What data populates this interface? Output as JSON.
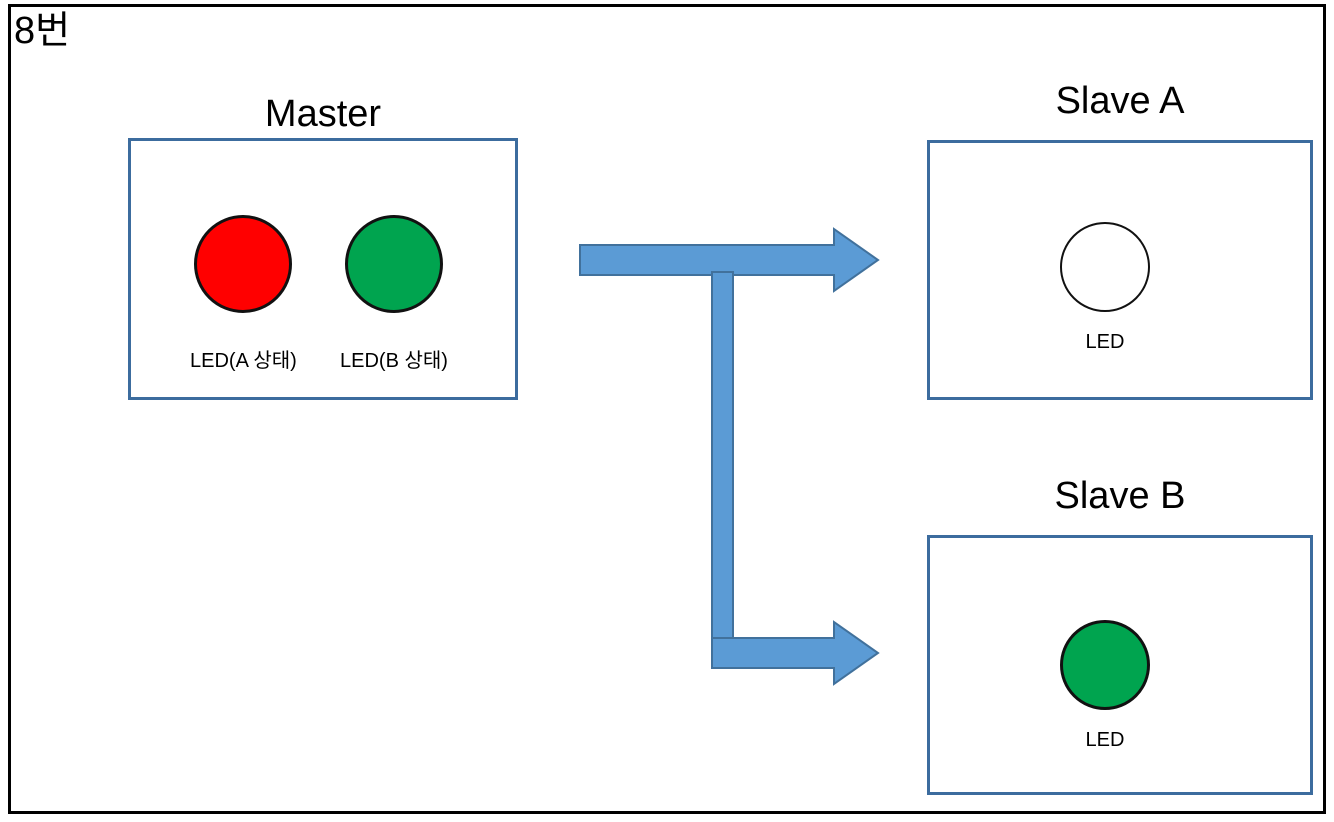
{
  "slide": {
    "heading": "8번",
    "background_color": "#FFFFFF",
    "frame_color": "#000000"
  },
  "theme": {
    "panel_border_color": "#3C6C9E",
    "connector_fill": "#5B9BD5",
    "connector_stroke": "#41719C",
    "led_outline_color": "#111111",
    "led_on_red": "#FF0000",
    "led_on_green": "#00A44F",
    "led_off": "#FFFFFF"
  },
  "panels": {
    "master": {
      "caption": "Master",
      "leds": [
        {
          "label": "LED(A 상태)",
          "state": "on",
          "color": "#FF0000",
          "icon": "led-indicator-icon"
        },
        {
          "label": "LED(B 상태)",
          "state": "on",
          "color": "#00A44F",
          "icon": "led-indicator-icon"
        }
      ]
    },
    "slave_a": {
      "caption": "Slave A",
      "leds": [
        {
          "label": "LED",
          "state": "off",
          "color": "#FFFFFF",
          "icon": "led-indicator-icon"
        }
      ]
    },
    "slave_b": {
      "caption": "Slave B",
      "leds": [
        {
          "label": "LED",
          "state": "on",
          "color": "#00A44F",
          "icon": "led-indicator-icon"
        }
      ]
    }
  },
  "connector": {
    "name": "broadcast-split-arrow",
    "icon": "arrow-right-icon",
    "branches": [
      {
        "from": "master",
        "to": "slave_a",
        "direction": "right"
      },
      {
        "from": "master",
        "to": "slave_b",
        "direction": "right"
      }
    ]
  }
}
